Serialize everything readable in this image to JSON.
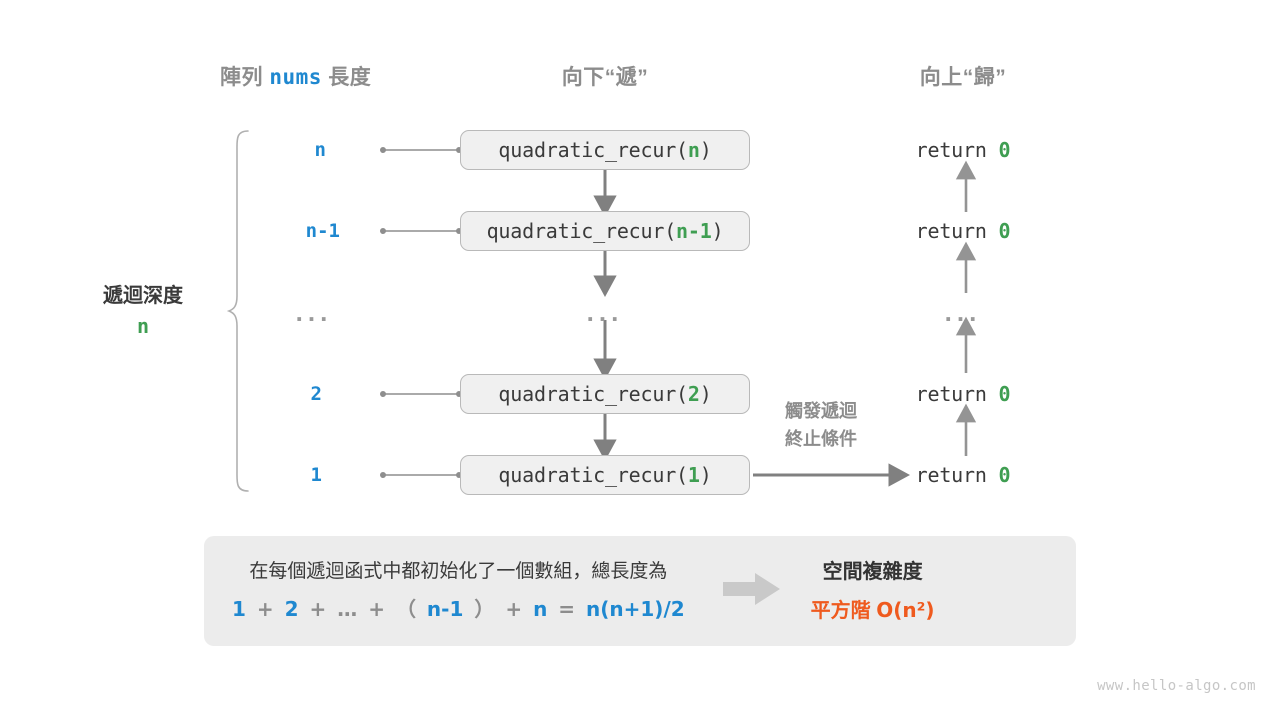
{
  "headers": {
    "left_prefix": "陣列",
    "left_code": "nums",
    "left_suffix": "長度",
    "middle": "向下“遞”",
    "right": "向上“歸”"
  },
  "depth": {
    "title": "遞迴深度",
    "value": "n"
  },
  "rows": [
    {
      "size": "n",
      "call": "quadratic_recur(",
      "arg": "n",
      "call_end": ")",
      "ret_text": "return ",
      "ret_value": "0"
    },
    {
      "size": "n-1",
      "call": "quadratic_recur(",
      "arg": "n-1",
      "call_end": ")",
      "ret_text": "return ",
      "ret_value": "0"
    },
    {
      "size": "...",
      "call": "...",
      "arg": "",
      "call_end": "",
      "ret_text": "...",
      "ret_value": ""
    },
    {
      "size": "2",
      "call": "quadratic_recur(",
      "arg": "2",
      "call_end": ")",
      "ret_text": "return ",
      "ret_value": "0"
    },
    {
      "size": "1",
      "call": "quadratic_recur(",
      "arg": "1",
      "call_end": ")",
      "ret_text": "return ",
      "ret_value": "0"
    }
  ],
  "terminate_note": {
    "line1": "觸發遞迴",
    "line2": "終止條件"
  },
  "summary": {
    "line1": "在每個遞迴函式中都初始化了一個數組，總長度為",
    "formula_parts": [
      {
        "t": "1",
        "c": "blue"
      },
      {
        "t": "+",
        "c": "gray"
      },
      {
        "t": "2",
        "c": "blue"
      },
      {
        "t": "+",
        "c": "gray"
      },
      {
        "t": "…",
        "c": "gray"
      },
      {
        "t": "+",
        "c": "gray"
      },
      {
        "t": "（",
        "c": "gray"
      },
      {
        "t": "n-1",
        "c": "blue"
      },
      {
        "t": "）",
        "c": "gray"
      },
      {
        "t": "+",
        "c": "gray"
      },
      {
        "t": "n",
        "c": "blue"
      },
      {
        "t": "=",
        "c": "gray"
      },
      {
        "t": "n(n+1)/2",
        "c": "blue"
      }
    ],
    "formula_plain": "1 + 2 + … + （n-1） + n = n(n+1)/2",
    "title": "空間複雜度",
    "result_prefix": "平方階",
    "result_notation": "O(n²)"
  },
  "watermark": "www.hello-algo.com",
  "colors": {
    "blue": "#1f88d0",
    "green": "#3f9e52",
    "orange": "#ef5a1e",
    "gray_text": "#8c8c8c",
    "dark_text": "#3a3a3a",
    "box_fill": "#f0f0f0",
    "box_border": "#b9b9b9",
    "panel_fill": "#ececec",
    "arrow": "#808080"
  }
}
